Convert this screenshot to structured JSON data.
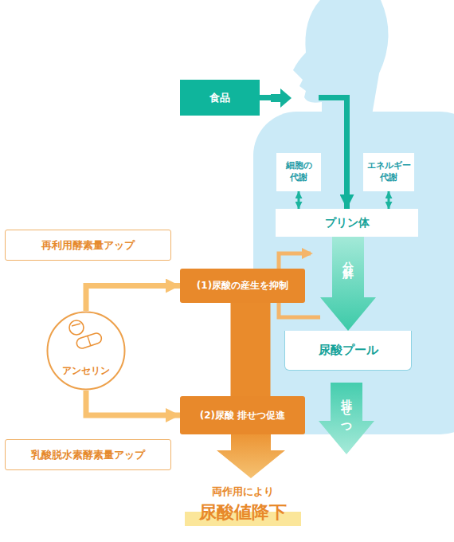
{
  "diagram": {
    "nodes": [
      {
        "text": [
          "食品"
        ]
      },
      {
        "text": [
          "細胞の 代謝"
        ]
      },
      {
        "text": [
          "エネルギー 代謝"
        ]
      },
      {
        "text": [
          "プリン体"
        ]
      },
      {
        "text": [
          "再利用酵素量アップ"
        ]
      },
      {
        "text": [
          "(1)尿酸の産生を抑制"
        ]
      },
      {
        "text": [
          "尿酸プール"
        ]
      },
      {
        "text": [
          "アンセリン"
        ]
      },
      {
        "text": [
          "(2)尿酸 排せつ促進"
        ]
      },
      {
        "text": [
          "乳酸脱水素酵素量アップ"
        ]
      }
    ],
    "edges": [
      {
        "from": 0,
        "to": 3,
        "arrow": "to"
      },
      {
        "from": 1,
        "to": 3,
        "arrow": "both"
      },
      {
        "from": 2,
        "to": 3,
        "arrow": "both"
      },
      {
        "from": 3,
        "to": 6,
        "label": "分解",
        "arrow": "to"
      },
      {
        "from": 7,
        "to": 5,
        "arrow": "to"
      },
      {
        "from": 7,
        "to": 8,
        "arrow": "to"
      },
      {
        "from": 5,
        "to": 8,
        "arrow": "none"
      }
    ],
    "labels": [
      "排せつ",
      "両作用により",
      "尿酸値降下"
    ]
  }
}
